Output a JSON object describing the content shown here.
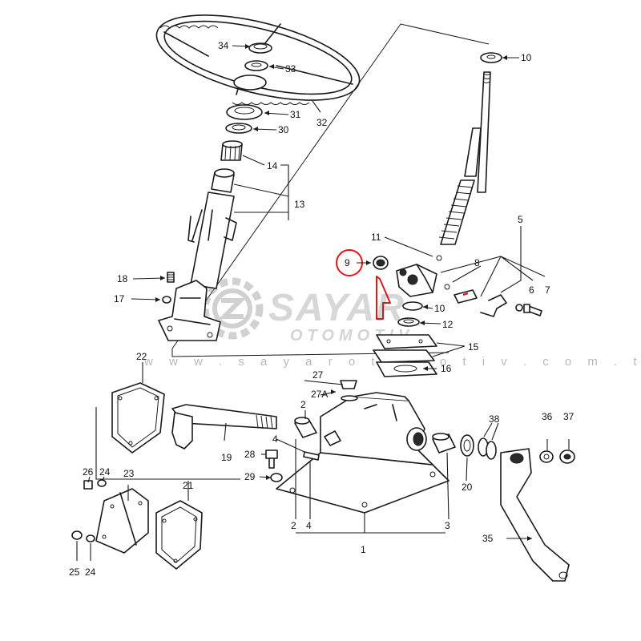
{
  "watermark": {
    "brand": "SAYAR",
    "subtitle": "OTOMOTIV",
    "url": "w w w . s a y a r o t o m o t i v . c o m . t r"
  },
  "colors": {
    "line": "#1a1a1a",
    "highlight": "#e0161b",
    "watermark": "#b8b8b8"
  },
  "callouts": {
    "c1": "1",
    "c2a": "2",
    "c2b": "2",
    "c3": "3",
    "c4a": "4",
    "c4b": "4",
    "c5": "5",
    "c6": "6",
    "c7": "7",
    "c8": "8",
    "c9": "9",
    "c10a": "10",
    "c10b": "10",
    "c11": "11",
    "c12": "12",
    "c13": "13",
    "c14": "14",
    "c15": "15",
    "c16": "16",
    "c17": "17",
    "c18": "18",
    "c19": "19",
    "c20": "20",
    "c21": "21",
    "c22": "22",
    "c23": "23",
    "c24a": "24",
    "c24b": "24",
    "c25": "25",
    "c26": "26",
    "c27": "27",
    "c27a": "27A",
    "c28": "28",
    "c29": "29",
    "c30": "30",
    "c31": "31",
    "c32": "32",
    "c33": "33",
    "c34": "34",
    "c35": "35",
    "c36": "36",
    "c37": "37",
    "c38": "38"
  }
}
